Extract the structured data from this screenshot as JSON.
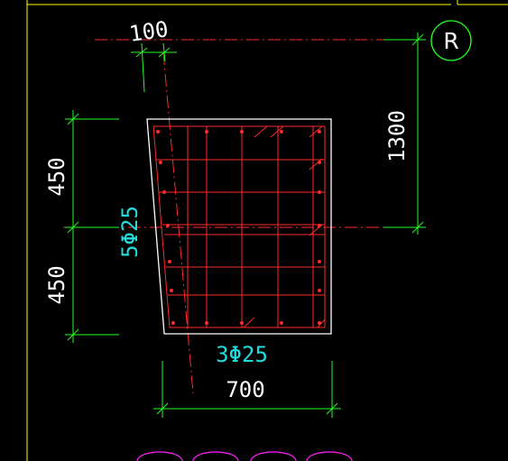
{
  "drawing": {
    "axis_label": "R",
    "dimensions": {
      "top_offset": "100",
      "right_offset": "1300",
      "left_upper": "450",
      "left_lower": "450",
      "bottom_width": "700"
    },
    "rebar": {
      "left_side": "5Φ25",
      "bottom_side": "3Φ25"
    }
  },
  "colors": {
    "background": "#000000",
    "outline": "#ffffff",
    "rebar": "#ff2a2a",
    "centerline": "#ff2a2a",
    "dimension": "#22ff22",
    "annotation": "#22dddd",
    "axis_circle": "#22ff22",
    "border": "#ffff00",
    "bubble": "#ff22ff"
  }
}
